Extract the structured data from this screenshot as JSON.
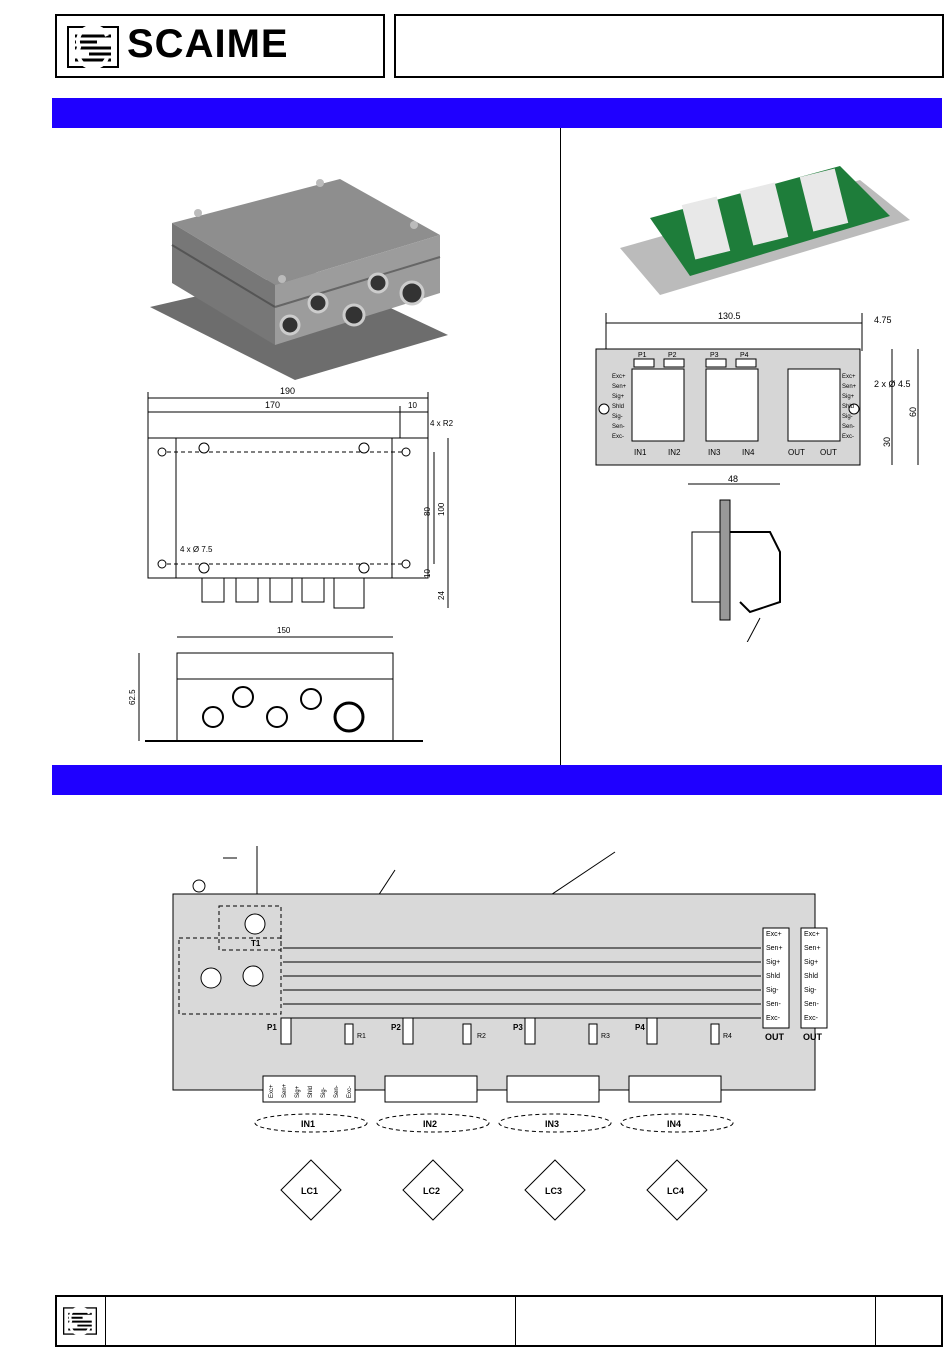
{
  "header": {
    "brand": "SCAIME"
  },
  "enclosure": {
    "dims": {
      "width_total": "190",
      "width_holes": "170",
      "edge": "10",
      "corner": "4 x R2",
      "height_holes": "80",
      "height_total": "100",
      "edge_bottom": "10",
      "gland": "24",
      "holes": "4 x Ø 7.5",
      "depth": "150",
      "height": "62.5"
    }
  },
  "board": {
    "dims": {
      "length": "130.5",
      "offset": "4.75",
      "holes": "2 x Ø 4.5",
      "height": "60",
      "hole_height": "30",
      "depth": "48"
    },
    "pots": [
      "P1",
      "P2",
      "P3",
      "P4"
    ],
    "pins": [
      "Exc+",
      "Sen+",
      "Sig+",
      "Shld",
      "Sig-",
      "Sen-",
      "Exc-"
    ],
    "connectors": [
      "IN1",
      "IN2",
      "IN3",
      "IN4",
      "OUT",
      "OUT"
    ]
  },
  "schematic": {
    "transformer": "T1",
    "pots": [
      "P1",
      "P2",
      "P3",
      "P4"
    ],
    "resistors": [
      "R1",
      "R2",
      "R3",
      "R4"
    ],
    "inputs": [
      "IN1",
      "IN2",
      "IN3",
      "IN4"
    ],
    "load_cells": [
      "LC1",
      "LC2",
      "LC3",
      "LC4"
    ],
    "out_pins": [
      "Exc+",
      "Sen+",
      "Sig+",
      "Shld",
      "Sig-",
      "Sen-",
      "Exc-"
    ],
    "in_pins": [
      "Exc+",
      "Sen+",
      "Sig+",
      "Shld",
      "Sig-",
      "Sen-",
      "Exc-"
    ],
    "out_label": "OUT"
  }
}
